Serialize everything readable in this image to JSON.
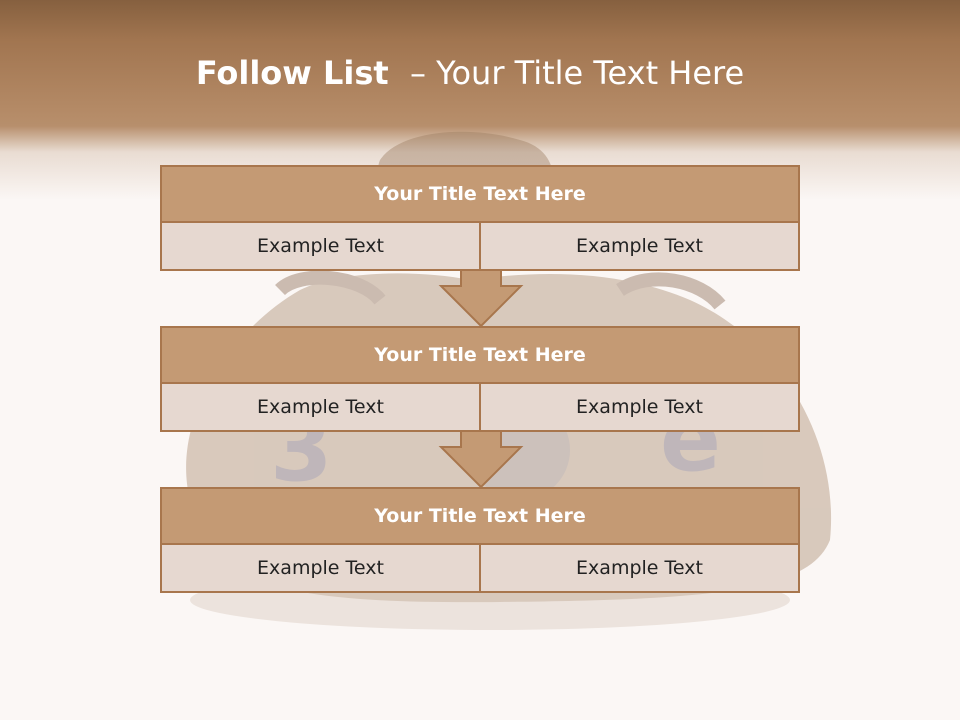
{
  "title": {
    "bold": "Follow List ",
    "rest": " – Your Title Text Here"
  },
  "blocks": [
    {
      "title": "Your Title Text Here",
      "left": "Example Text",
      "right": "Example Text"
    },
    {
      "title": "Your Title Text Here",
      "left": "Example Text",
      "right": "Example Text"
    },
    {
      "title": "Your Title Text Here",
      "left": "Example Text",
      "right": "Example Text"
    }
  ],
  "colors": {
    "header_band": "#a17550",
    "block_title_fill": "#c49a74",
    "block_cell_fill": "#e6d8d0",
    "border": "#a8764d"
  }
}
